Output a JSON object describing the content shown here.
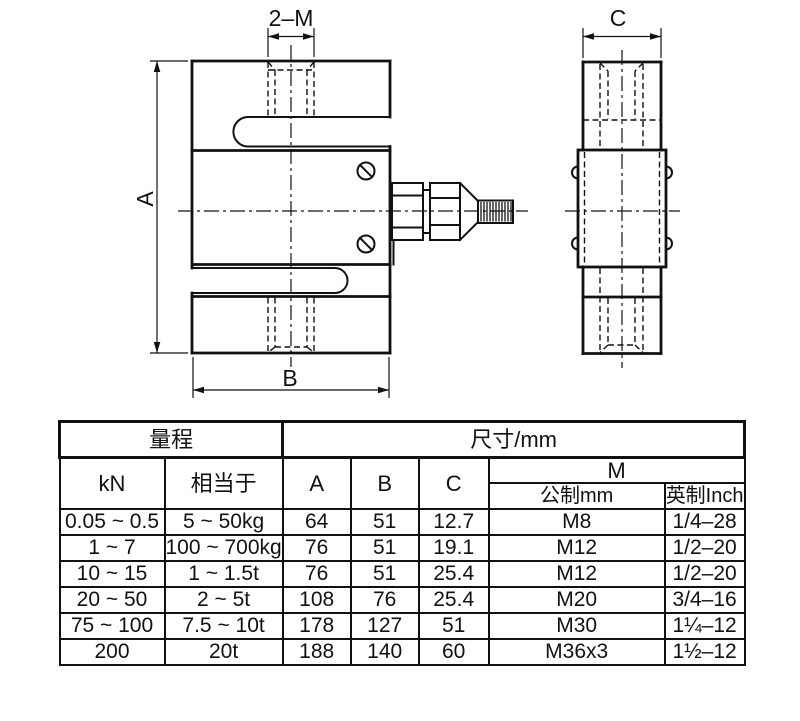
{
  "drawing": {
    "labels": {
      "dim_2m": "2–M",
      "dim_a": "A",
      "dim_b": "B",
      "dim_c": "C"
    }
  },
  "table": {
    "headers": {
      "range_group": "量程",
      "dims_group": "尺寸/mm",
      "col_kn": "kN",
      "col_equiv": "相当于",
      "col_a": "A",
      "col_b": "B",
      "col_c": "C",
      "col_m": "M",
      "col_metric": "公制mm",
      "col_imperial": "英制Inch"
    },
    "rows": [
      {
        "kn": "0.05 ~ 0.5",
        "equiv": "5 ~ 50kg",
        "a": "64",
        "b": "51",
        "c": "12.7",
        "metric": "M8",
        "imperial": "1/4–28"
      },
      {
        "kn": "1 ~ 7",
        "equiv": "100 ~ 700kg",
        "a": "76",
        "b": "51",
        "c": "19.1",
        "metric": "M12",
        "imperial": "1/2–20"
      },
      {
        "kn": "10 ~ 15",
        "equiv": "1 ~ 1.5t",
        "a": "76",
        "b": "51",
        "c": "25.4",
        "metric": "M12",
        "imperial": "1/2–20"
      },
      {
        "kn": "20 ~ 50",
        "equiv": "2 ~ 5t",
        "a": "108",
        "b": "76",
        "c": "25.4",
        "metric": "M20",
        "imperial": "3/4–16"
      },
      {
        "kn": "75 ~ 100",
        "equiv": "7.5 ~ 10t",
        "a": "178",
        "b": "127",
        "c": "51",
        "metric": "M30",
        "imperial": "1¼–12"
      },
      {
        "kn": "200",
        "equiv": "20t",
        "a": "188",
        "b": "140",
        "c": "60",
        "metric": "M36x3",
        "imperial": "1½–12"
      }
    ]
  }
}
